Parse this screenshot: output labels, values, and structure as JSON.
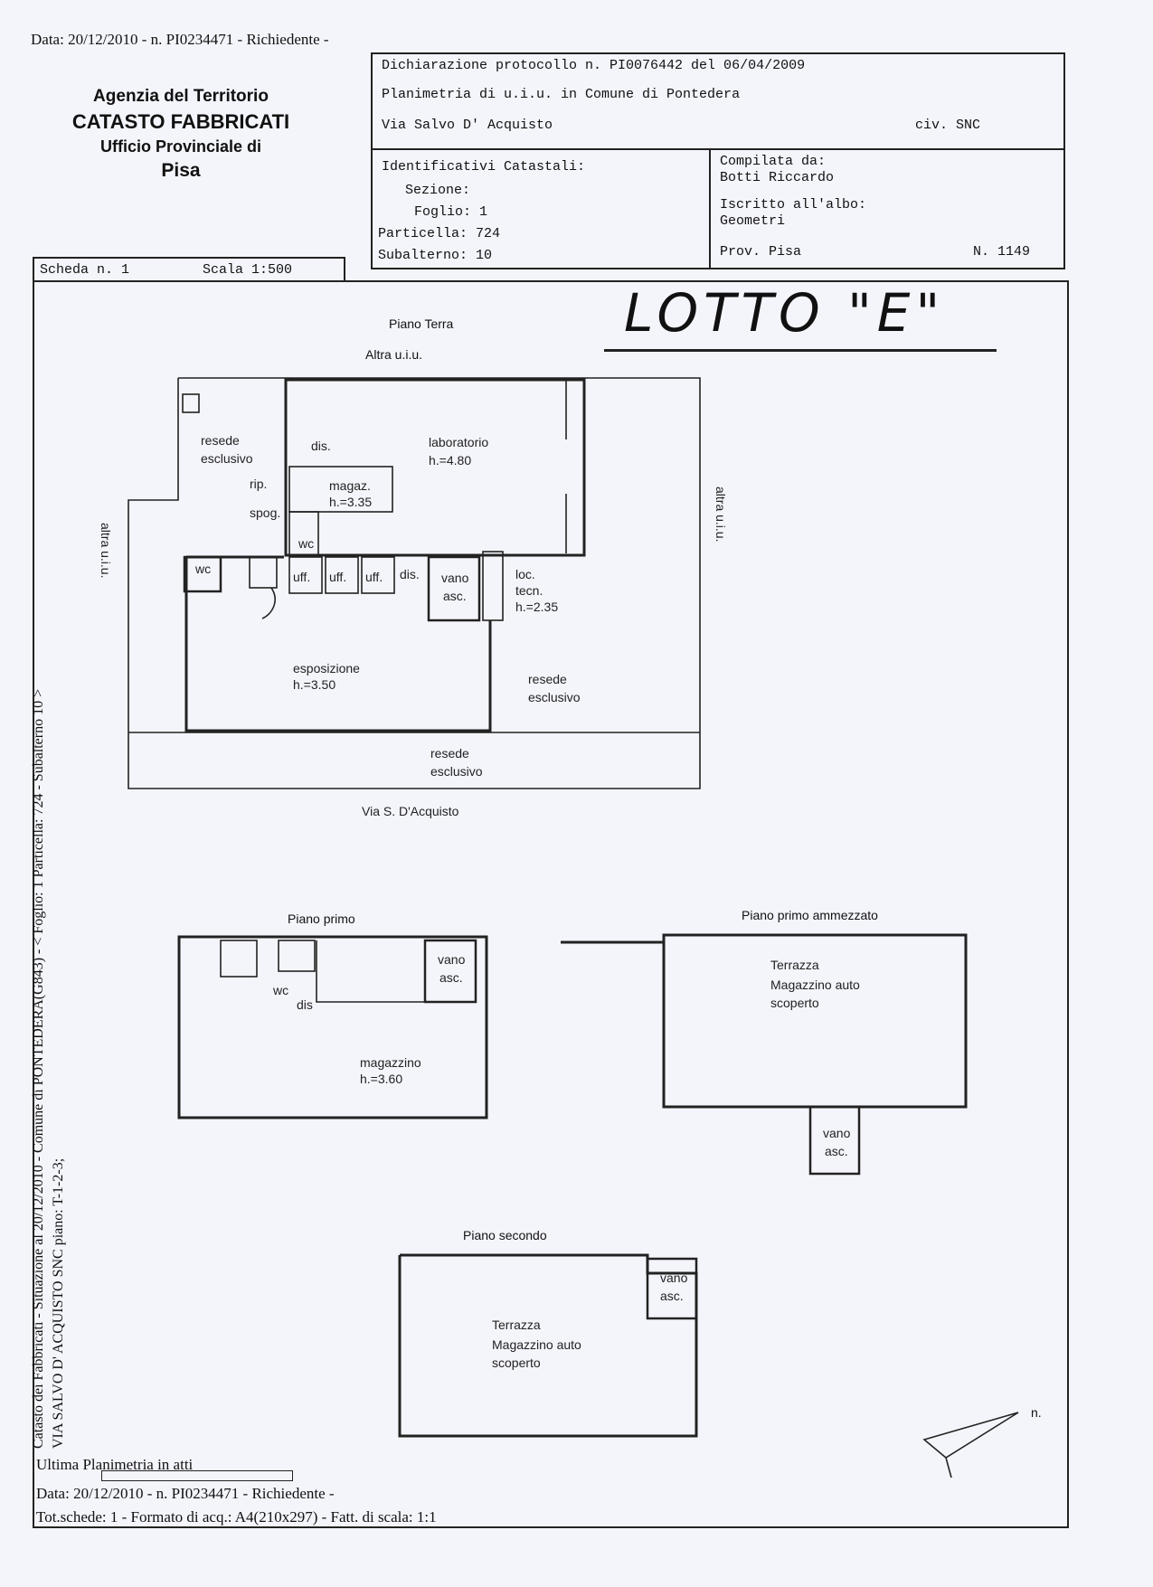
{
  "header_top": "Data: 20/12/2010 -  n. PI0234471 - Richiedente -",
  "agency": {
    "line1": "Agenzia del Territorio",
    "line2": "CATASTO FABBRICATI",
    "line3": "Ufficio Provinciale di",
    "line4": "Pisa"
  },
  "scheda": {
    "label": "Scheda n. 1",
    "scale": "Scala 1:500"
  },
  "declaration": {
    "line1": "Dichiarazione protocollo n. PI0076442 del 06/04/2009",
    "line2": "Planimetria di u.i.u. in Comune di Pontedera",
    "line3": "Via Salvo D' Acquisto",
    "civ": "civ. SNC"
  },
  "identifiers": {
    "title": "Identificativi Catastali:",
    "sezione": "Sezione:",
    "foglio": "Foglio: 1",
    "particella": "Particella: 724",
    "subalterno": "Subalterno: 10"
  },
  "compiler": {
    "label": "Compilata da:",
    "name": "Botti Riccardo",
    "albo_label": "Iscritto all'albo:",
    "albo": "Geometri",
    "prov": "Prov. Pisa",
    "number": "N.  1149"
  },
  "lotto": "LOTTO \"E\"",
  "ground_floor": {
    "title": "Piano Terra",
    "top_label": "Altra u.i.u.",
    "left_label": "altra u.i.u.",
    "right_label": "altra u.i.u.",
    "street": "Via S. D'Acquisto",
    "rooms": {
      "resede_nw_1": "resede",
      "resede_nw_2": "esclusivo",
      "dis_top": "dis.",
      "laboratorio_1": "laboratorio",
      "laboratorio_2": "h.=4.80",
      "rip": "rip.",
      "magaz_1": "magaz.",
      "magaz_2": "h.=3.35",
      "spog": "spog.",
      "wc_small": "wc",
      "wc_left": "wc",
      "uff1": "uff.",
      "uff2": "uff.",
      "uff3": "uff.",
      "dis_mid": "dis.",
      "vano_1": "vano",
      "vano_2": "asc.",
      "loc_1": "loc.",
      "loc_2": "tecn.",
      "loc_3": "h.=2.35",
      "espo_1": "esposizione",
      "espo_2": "h.=3.50",
      "resede_e_1": "resede",
      "resede_e_2": "esclusivo",
      "resede_s_1": "resede",
      "resede_s_2": "esclusivo"
    }
  },
  "first_floor": {
    "title": "Piano primo",
    "wc": "wc",
    "dis": "dis",
    "vano_1": "vano",
    "vano_2": "asc.",
    "magazzino_1": "magazzino",
    "magazzino_2": "h.=3.60"
  },
  "mezzanine": {
    "title": "Piano primo ammezzato",
    "terrazza": "Terrazza",
    "mag_1": "Magazzino auto",
    "mag_2": "scoperto",
    "vano_1": "vano",
    "vano_2": "asc."
  },
  "second_floor": {
    "title": "Piano secondo",
    "vano_1": "vano",
    "vano_2": "asc.",
    "terrazza": "Terrazza",
    "mag_1": "Magazzino auto",
    "mag_2": "scoperto"
  },
  "north": "n.",
  "side_text_1": "Catasto dei Fabbricati - Situazione al 20/12/2010 - Comune di PONTEDERA(G843) - < Foglio: 1 Particella: 724 - Subalterno 10 >",
  "side_text_2": "VIA SALVO D' ACQUISTO SNC piano: T-1-2-3;",
  "footer": {
    "line1": "Ultima Planimetria in atti",
    "line2": "Data: 20/12/2010 -  n. PI0234471 - Richiedente -",
    "line3": "Tot.schede: 1 - Formato di acq.: A4(210x297) - Fatt. di scala: 1:1"
  }
}
